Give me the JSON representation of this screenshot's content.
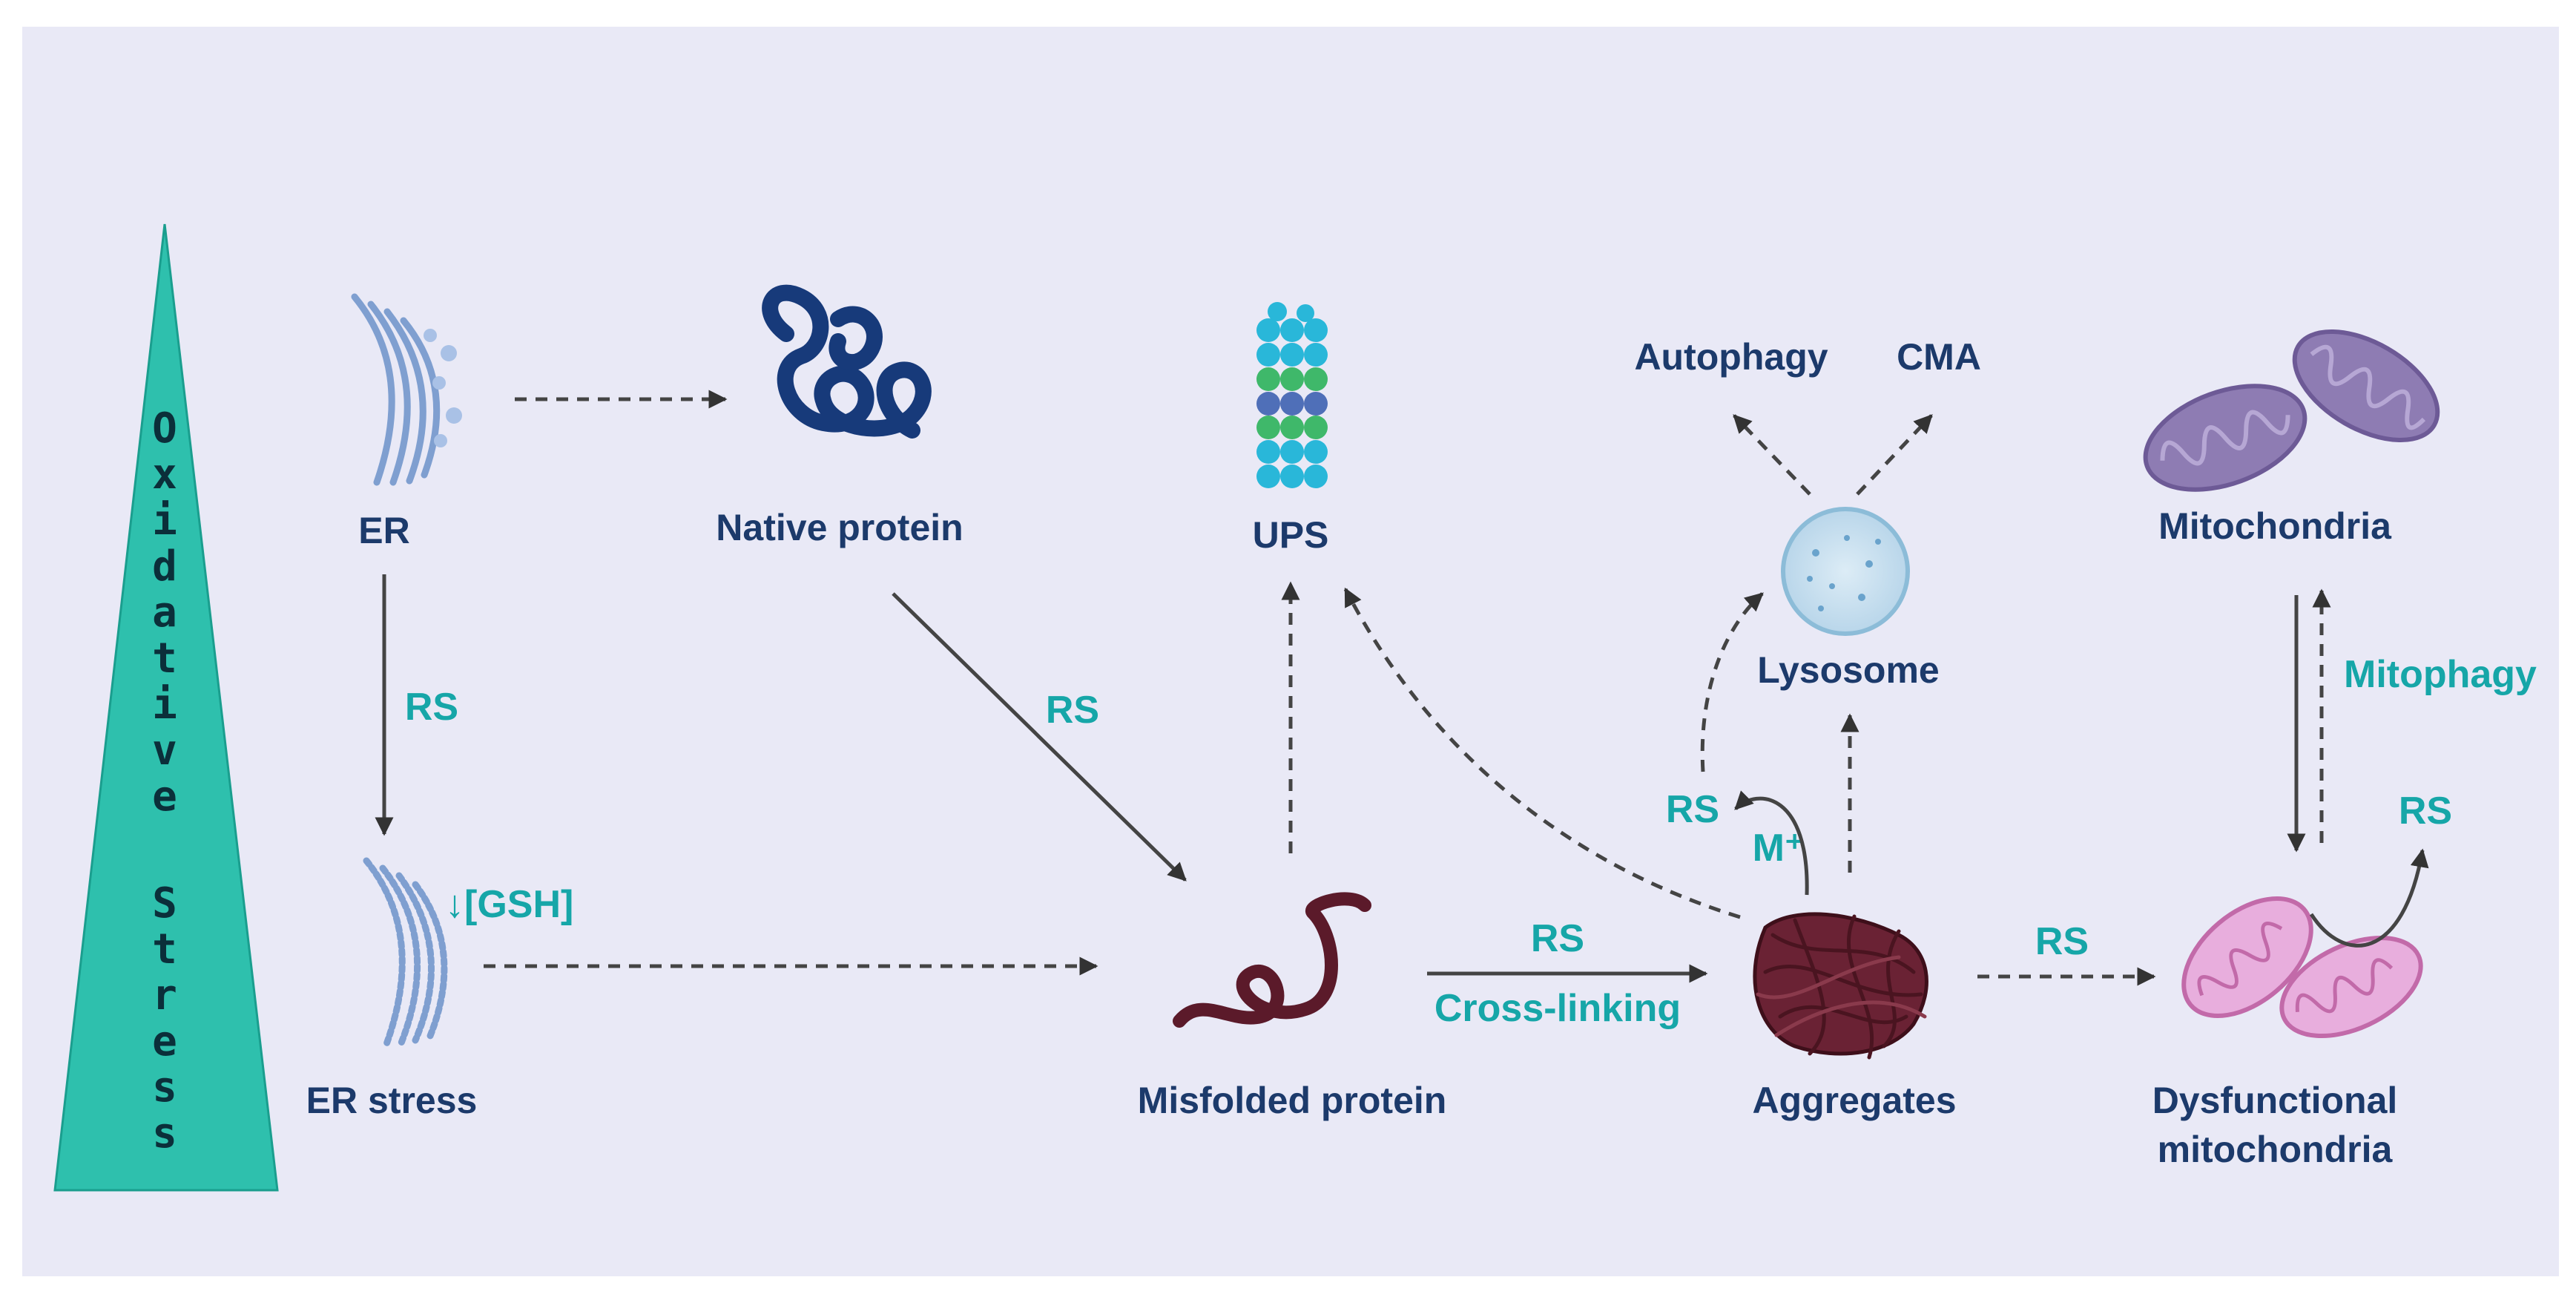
{
  "diagram": {
    "stress_letters": [
      "O",
      "x",
      "i",
      "d",
      "a",
      "t",
      "i",
      "v",
      "e",
      "",
      "S",
      "t",
      "r",
      "e",
      "s",
      "s"
    ],
    "labels": {
      "er": "ER",
      "native_protein": "Native protein",
      "ups": "UPS",
      "autophagy": "Autophagy",
      "cma": "CMA",
      "lysosome": "Lysosome",
      "mitochondria": "Mitochondria",
      "er_stress": "ER stress",
      "gsh": "↓[GSH]",
      "misfolded_protein": "Misfolded protein",
      "aggregates": "Aggregates",
      "dysfunctional_line1": "Dysfunctional",
      "dysfunctional_line2": "mitochondria",
      "mitophagy": "Mitophagy",
      "metal_ion": "M⁺",
      "cross_linking": "Cross-linking"
    },
    "rs_labels": {
      "er_to_stress": "RS",
      "native_to_misfolded": "RS",
      "misfolded_to_aggregates": "RS",
      "aggregates_to_lysosome": "RS",
      "aggregates_to_dysfunctional": "RS",
      "dysfunctional_out": "RS"
    },
    "colors": {
      "background": "#e9e9f6",
      "triangle": "#2ec0ad",
      "label": "#1c3a6b",
      "rs": "#16a6a8",
      "arrow": "#444444"
    }
  }
}
